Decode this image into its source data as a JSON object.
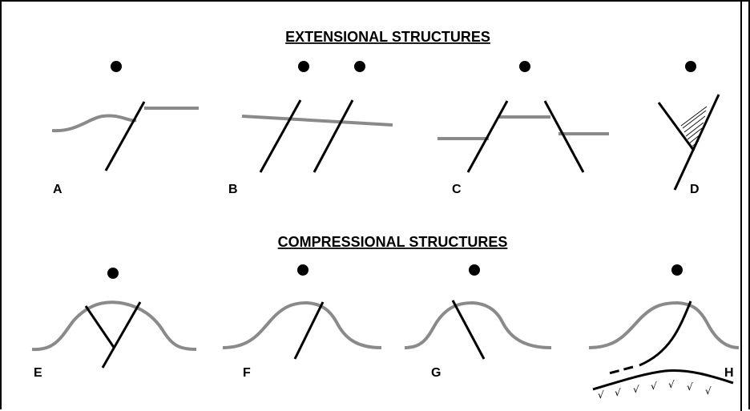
{
  "headings": {
    "extensional": "EXTENSIONAL STRUCTURES",
    "compressional": "COMPRESSIONAL STRUCTURES"
  },
  "panels": [
    {
      "label": "A"
    },
    {
      "label": "B"
    },
    {
      "label": "C"
    },
    {
      "label": "D"
    },
    {
      "label": "E"
    },
    {
      "label": "F"
    },
    {
      "label": "G"
    },
    {
      "label": "H"
    }
  ],
  "symbols": {
    "basement_tick": "√"
  },
  "colors": {
    "fault": "#000000",
    "bed": "#8a8a8a"
  }
}
